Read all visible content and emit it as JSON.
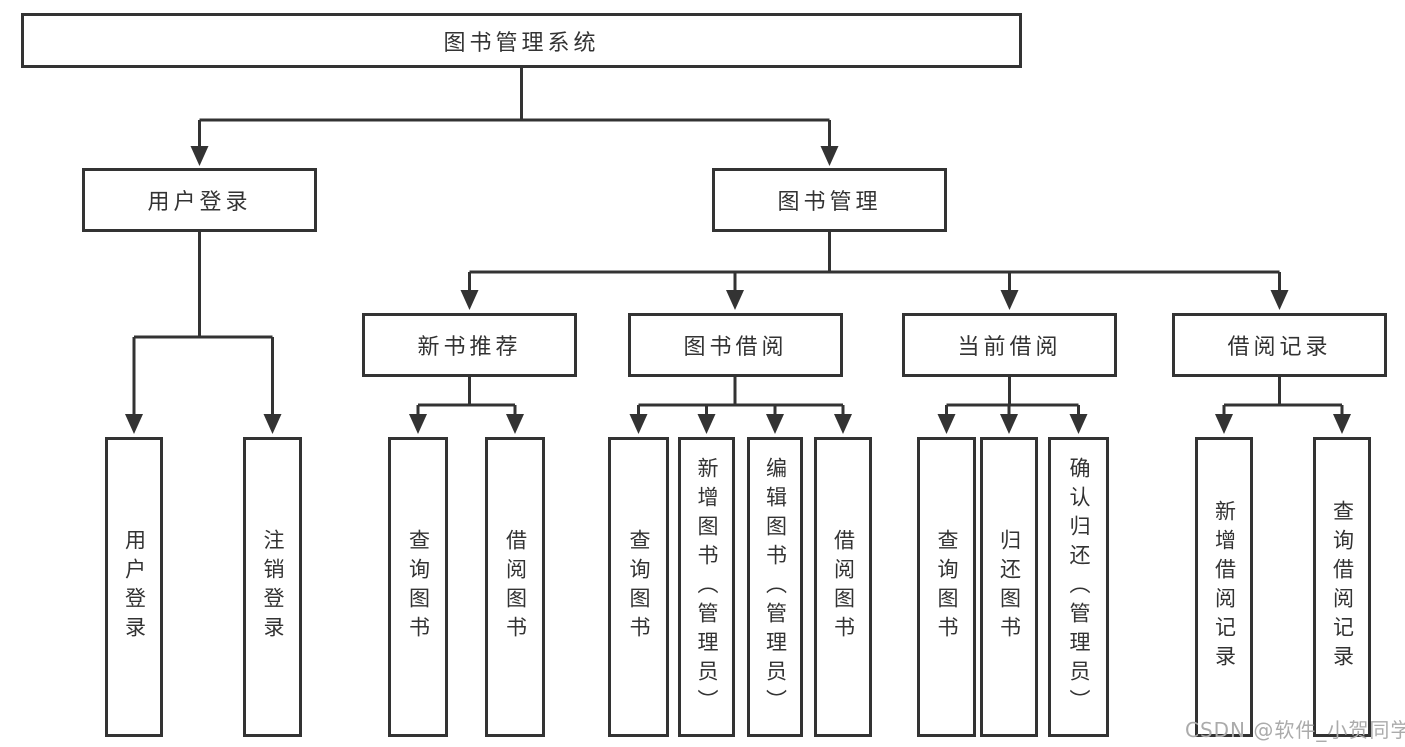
{
  "diagram_title": "图书管理系统",
  "tree": {
    "root": {
      "label": "图书管理系统",
      "children": [
        {
          "label": "用户登录",
          "children": [
            {
              "label": "用户登录"
            },
            {
              "label": "注销登录"
            }
          ]
        },
        {
          "label": "图书管理",
          "children": [
            {
              "label": "新书推荐",
              "children": [
                {
                  "label": "查询图书"
                },
                {
                  "label": "借阅图书"
                }
              ]
            },
            {
              "label": "图书借阅",
              "children": [
                {
                  "label": "查询图书"
                },
                {
                  "label": "新增图书（管理员）"
                },
                {
                  "label": "编辑图书（管理员）"
                },
                {
                  "label": "借阅图书"
                }
              ]
            },
            {
              "label": "当前借阅",
              "children": [
                {
                  "label": "查询图书"
                },
                {
                  "label": "归还图书"
                },
                {
                  "label": "确认归还（管理员）"
                }
              ]
            },
            {
              "label": "借阅记录",
              "children": [
                {
                  "label": "新增借阅记录"
                },
                {
                  "label": "查询借阅记录"
                }
              ]
            }
          ]
        }
      ]
    }
  },
  "watermark": {
    "text": "CSDN @软件_小贺同学",
    "color": "#ababab"
  },
  "colors": {
    "line": "#333333",
    "box_border": "#333333",
    "text": "#333333",
    "background": "#ffffff"
  }
}
